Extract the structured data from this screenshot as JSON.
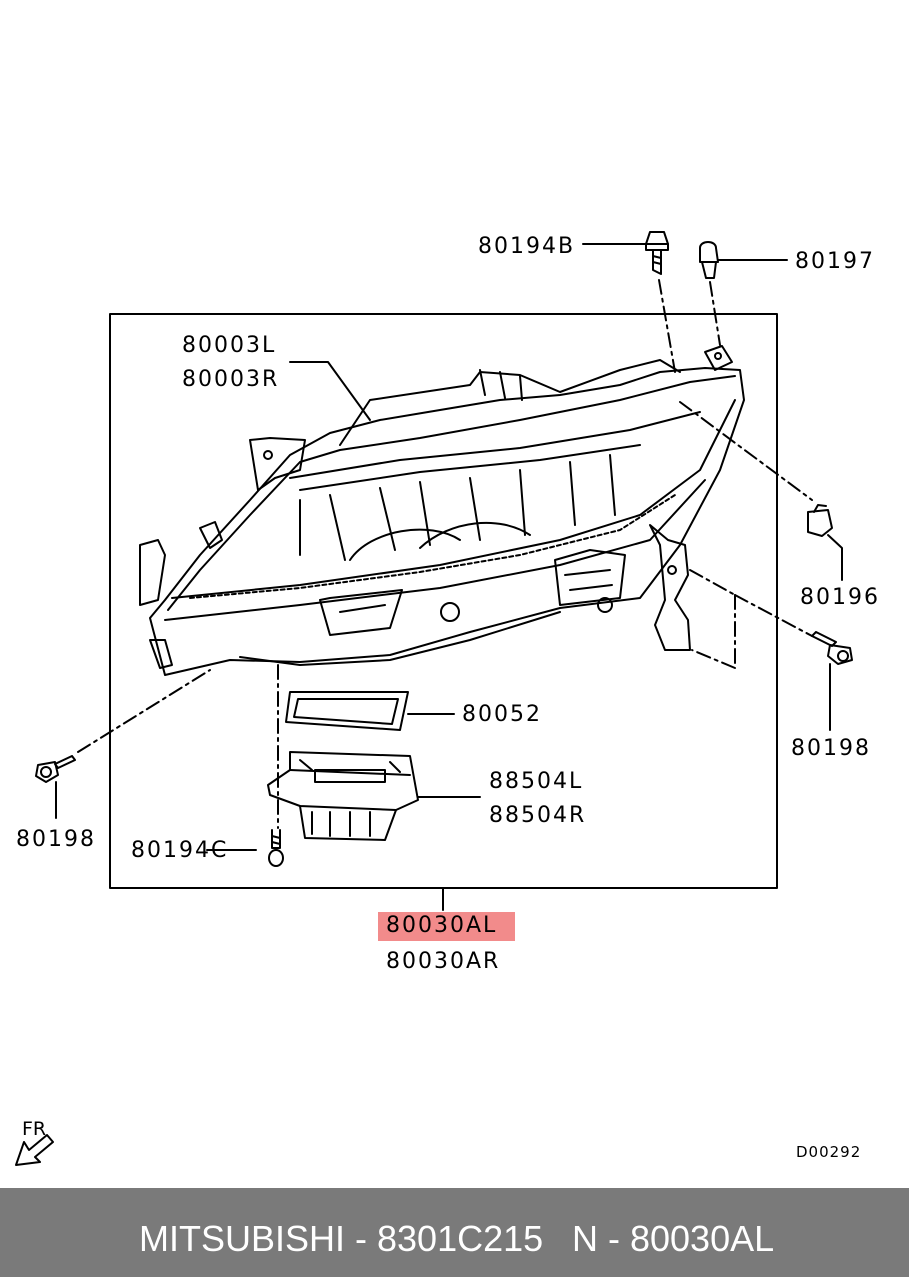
{
  "diagram": {
    "labels": {
      "p80194b": "80194B",
      "p80197": "80197",
      "p80003l": "80003L",
      "p80003r": "80003R",
      "p80196": "80196",
      "p80198_right": "80198",
      "p80052": "80052",
      "p88504l": "88504L",
      "p88504r": "88504R",
      "p80198_left": "80198",
      "p80194c": "80194C",
      "p80030al": "80030AL",
      "p80030ar": "80030AR"
    },
    "direction_label": "FR",
    "drawing_code": "D00292",
    "highlight_color": "#f28b8b"
  },
  "footer": {
    "left_text": "MITSUBISHI - 8301C215",
    "right_text": "N - 80030AL",
    "background_color": "#7a7a7a"
  }
}
